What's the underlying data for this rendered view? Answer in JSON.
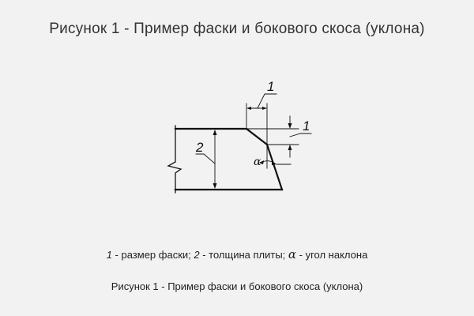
{
  "title": "Рисунок 1 - Пример фаски и бокового скоса (уклона)",
  "figure": {
    "labels": {
      "chamfer_width": "1",
      "chamfer_height": "1",
      "thickness": "2",
      "angle": "α"
    }
  },
  "caption": {
    "item1_num": "1",
    "item1_text": " - размер фаски; ",
    "item2_num": "2",
    "item2_text": " - толщина плиты; ",
    "item3_symbol": "α",
    "item3_text": " - угол наклона"
  },
  "subcaption": "Рисунок 1 - Пример фаски и бокового скоса (уклона)"
}
